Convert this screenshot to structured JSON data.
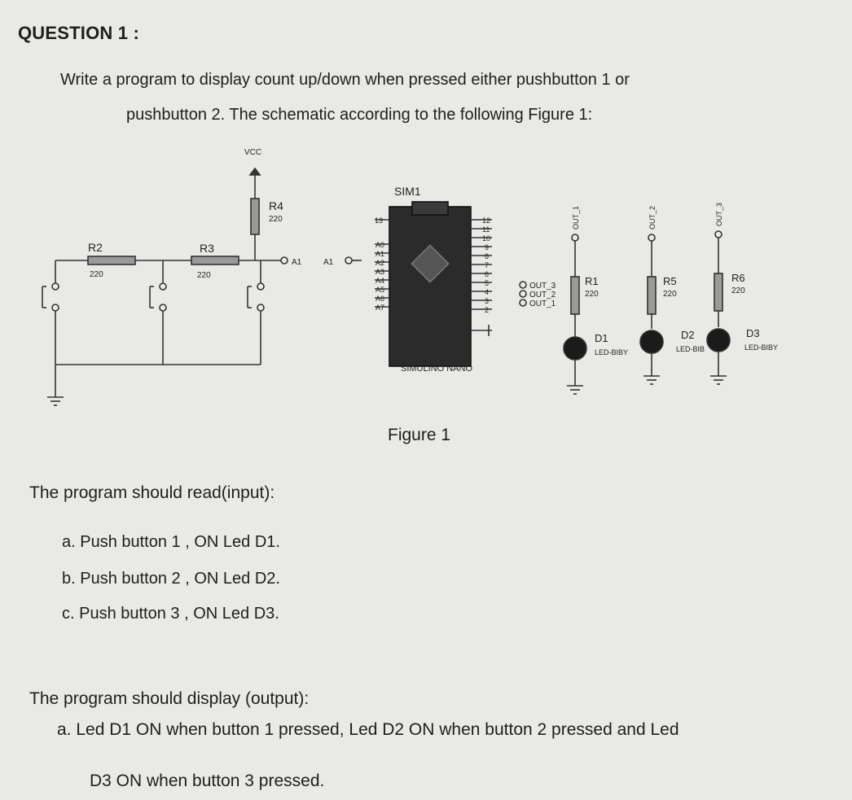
{
  "question": {
    "title": "QUESTION 1 :",
    "intro_line1": "Write a program to display count up/down when pressed either pushbutton 1 or",
    "intro_line2": "pushbutton 2. The schematic according to the following Figure 1:"
  },
  "schematic": {
    "vcc": "VCC",
    "r4": {
      "name": "R4",
      "value": "220"
    },
    "r2": {
      "name": "R2",
      "value": "220"
    },
    "r3": {
      "name": "R3",
      "value": "220"
    },
    "a1_left": "A1",
    "a1_right": "A1",
    "mcu": {
      "name": "SIM1",
      "part": "SIMULINO NANO",
      "left_pins": [
        "A0",
        "A1",
        "A2",
        "A3",
        "A4",
        "A5",
        "A6",
        "A7"
      ],
      "right_pins": [
        "12",
        "11",
        "10",
        "9",
        "8",
        "7",
        "6",
        "5",
        "4",
        "3",
        "2"
      ],
      "top_left_pin": "13"
    },
    "outputs": [
      "OUT_3",
      "OUT_2",
      "OUT_1"
    ],
    "out_top": [
      "OUT_1",
      "OUT_2",
      "OUT_3"
    ],
    "r1": {
      "name": "R1",
      "value": "220"
    },
    "r5": {
      "name": "R5",
      "value": "220"
    },
    "r6": {
      "name": "R6",
      "value": "220"
    },
    "d1": {
      "name": "D1",
      "type": "LED-BIBY"
    },
    "d2": {
      "name": "D2",
      "type": "LED-BIB"
    },
    "d3": {
      "name": "D3",
      "type": "LED-BIBY"
    }
  },
  "figure_caption": "Figure 1",
  "input": {
    "heading": "The program should read(input):",
    "items": [
      "a.  Push button 1 , ON Led D1.",
      "b.  Push button 2 , ON Led D2.",
      "c.  Push button 3 , ON Led D3."
    ]
  },
  "output": {
    "heading": "The program should display (output):",
    "item_line1": "a.  Led D1 ON when button 1 pressed,  Led D2 ON when button 2 pressed and Led",
    "item_line2": "D3 ON when button 3 pressed."
  }
}
